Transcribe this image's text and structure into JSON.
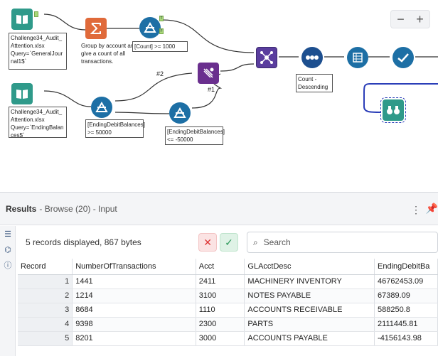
{
  "canvas": {
    "annotations": {
      "input1": "Challenge34_Audit_Attention.xlsx\nQuery=`GeneralJournal1$`",
      "summarize": "Group by account and give a count of all transactions.",
      "filter_count": "[Count] >= 1000",
      "input2": "Challenge34_Audit_Attention.xlsx\nQuery=`EndingBalances$`",
      "filter_pos": "[EndingDebitBalances] >= 50000",
      "filter_neg": "[EndingDebitBalances] <= -50000",
      "sort": "Count - Descending"
    },
    "tags": {
      "union_in_2": "#2",
      "union_in_1": "#1"
    },
    "zoom": {
      "minus": "−",
      "plus": "+"
    },
    "colors": {
      "input": "#2f9a8a",
      "summarize": "#e06a3a",
      "filter": "#1d6fa5",
      "union": "#6a2f8e",
      "join": "#5a3d9e",
      "sort": "#1d6fa5",
      "select": "#1d6fa5",
      "browse": "#2f9a8a"
    }
  },
  "results": {
    "title": "Results",
    "subtitle": "- Browse (20) - Input",
    "more_icon": "⋮",
    "pin_icon": "📌",
    "record_info": "5 records displayed, 867 bytes",
    "search_placeholder": "Search",
    "columns": [
      "Record",
      "NumberOfTransactions",
      "Acct",
      "GLAcctDesc",
      "EndingDebitBa"
    ],
    "rows": [
      [
        "1",
        "1441",
        "2411",
        "MACHINERY INVENTORY",
        "46762453.09"
      ],
      [
        "2",
        "1214",
        "3100",
        "NOTES PAYABLE",
        "67389.09"
      ],
      [
        "3",
        "8684",
        "1110",
        "ACCOUNTS RECEIVABLE",
        "588250.8"
      ],
      [
        "4",
        "9398",
        "2300",
        "PARTS",
        "2111445.81"
      ],
      [
        "5",
        "8201",
        "3000",
        "ACCOUNTS PAYABLE",
        "-4156143.98"
      ]
    ]
  }
}
